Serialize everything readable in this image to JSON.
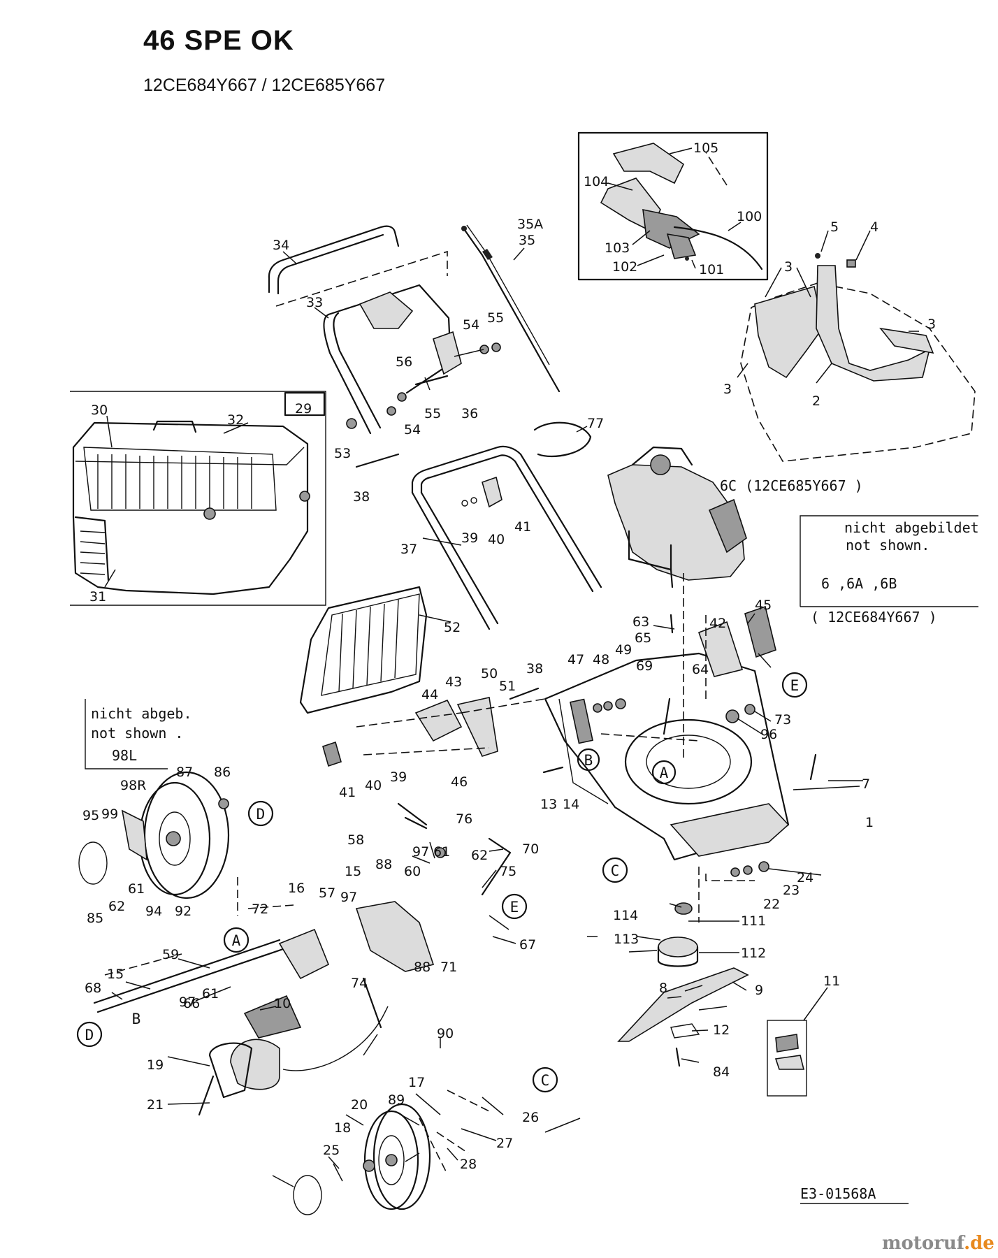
{
  "header": {
    "title": "46 SPE OK",
    "subtitle": "12CE684Y667   /   12CE685Y667"
  },
  "notes": {
    "engine_model_label": "6C  (12CE685Y667 )",
    "box_right_line1": "nicht abgebildet",
    "box_right_line2": "not shown.",
    "box_right_parts": "6 ,6A ,6B",
    "box_right_model": "( 12CE684Y667 )",
    "box_left_line1": "nicht abgeb.",
    "box_left_line2": "not shown .",
    "box_left_part": "98L",
    "drawing_number": "E3-01568A"
  },
  "reference_markers": [
    "A",
    "B",
    "C",
    "D",
    "E"
  ],
  "part_labels": [
    {
      "id": "p105",
      "text": "105"
    },
    {
      "id": "p104",
      "text": "104"
    },
    {
      "id": "p100",
      "text": "100"
    },
    {
      "id": "p103",
      "text": "103"
    },
    {
      "id": "p102",
      "text": "102"
    },
    {
      "id": "p101",
      "text": "101"
    },
    {
      "id": "p35a",
      "text": "35A"
    },
    {
      "id": "p35",
      "text": "35"
    },
    {
      "id": "p34",
      "text": "34"
    },
    {
      "id": "p33",
      "text": "33"
    },
    {
      "id": "p54a",
      "text": "54"
    },
    {
      "id": "p55a",
      "text": "55"
    },
    {
      "id": "p56",
      "text": "56"
    },
    {
      "id": "p55b",
      "text": "55"
    },
    {
      "id": "p36",
      "text": "36"
    },
    {
      "id": "p54b",
      "text": "54"
    },
    {
      "id": "p53",
      "text": "53"
    },
    {
      "id": "p38a",
      "text": "38"
    },
    {
      "id": "p29",
      "text": "29"
    },
    {
      "id": "p30",
      "text": "30"
    },
    {
      "id": "p32",
      "text": "32"
    },
    {
      "id": "p31",
      "text": "31"
    },
    {
      "id": "p5",
      "text": "5"
    },
    {
      "id": "p4",
      "text": "4"
    },
    {
      "id": "p3a",
      "text": "3"
    },
    {
      "id": "p3b",
      "text": "3"
    },
    {
      "id": "p3c",
      "text": "3"
    },
    {
      "id": "p2",
      "text": "2"
    },
    {
      "id": "p77",
      "text": "77"
    },
    {
      "id": "p39a",
      "text": "39"
    },
    {
      "id": "p40a",
      "text": "40"
    },
    {
      "id": "p41a",
      "text": "41"
    },
    {
      "id": "p37",
      "text": "37"
    },
    {
      "id": "p52",
      "text": "52"
    },
    {
      "id": "p63",
      "text": "63"
    },
    {
      "id": "p42",
      "text": "42"
    },
    {
      "id": "p45",
      "text": "45"
    },
    {
      "id": "p65",
      "text": "65"
    },
    {
      "id": "p64",
      "text": "64"
    },
    {
      "id": "p50",
      "text": "50"
    },
    {
      "id": "p38b",
      "text": "38"
    },
    {
      "id": "p47",
      "text": "47"
    },
    {
      "id": "p48",
      "text": "48"
    },
    {
      "id": "p49",
      "text": "49"
    },
    {
      "id": "p69",
      "text": "69"
    },
    {
      "id": "p73",
      "text": "73"
    },
    {
      "id": "p96",
      "text": "96"
    },
    {
      "id": "p44",
      "text": "44"
    },
    {
      "id": "p43",
      "text": "43"
    },
    {
      "id": "p51",
      "text": "51"
    },
    {
      "id": "p46",
      "text": "46"
    },
    {
      "id": "p41b",
      "text": "41"
    },
    {
      "id": "p40b",
      "text": "40"
    },
    {
      "id": "p39b",
      "text": "39"
    },
    {
      "id": "p7",
      "text": "7"
    },
    {
      "id": "p13",
      "text": "13"
    },
    {
      "id": "p14",
      "text": "14"
    },
    {
      "id": "p1",
      "text": "1"
    },
    {
      "id": "p87",
      "text": "87"
    },
    {
      "id": "p86",
      "text": "86"
    },
    {
      "id": "p98r",
      "text": "98R"
    },
    {
      "id": "p99",
      "text": "99"
    },
    {
      "id": "p95",
      "text": "95"
    },
    {
      "id": "p62a",
      "text": "62"
    },
    {
      "id": "p61a",
      "text": "61"
    },
    {
      "id": "p94",
      "text": "94"
    },
    {
      "id": "p92",
      "text": "92"
    },
    {
      "id": "p85",
      "text": "85"
    },
    {
      "id": "p76",
      "text": "76"
    },
    {
      "id": "p58",
      "text": "58"
    },
    {
      "id": "p97a",
      "text": "97"
    },
    {
      "id": "p61b",
      "text": "61"
    },
    {
      "id": "p62b",
      "text": "62"
    },
    {
      "id": "p70",
      "text": "70"
    },
    {
      "id": "p88a",
      "text": "88"
    },
    {
      "id": "p60",
      "text": "60"
    },
    {
      "id": "p15a",
      "text": "15"
    },
    {
      "id": "p75",
      "text": "75"
    },
    {
      "id": "p24",
      "text": "24"
    },
    {
      "id": "p23",
      "text": "23"
    },
    {
      "id": "p22",
      "text": "22"
    },
    {
      "id": "p16",
      "text": "16"
    },
    {
      "id": "p57",
      "text": "57"
    },
    {
      "id": "p97b",
      "text": "97"
    },
    {
      "id": "p72",
      "text": "72"
    },
    {
      "id": "p67",
      "text": "67"
    },
    {
      "id": "p114",
      "text": "114"
    },
    {
      "id": "p111",
      "text": "111"
    },
    {
      "id": "p113",
      "text": "113"
    },
    {
      "id": "p112",
      "text": "112"
    },
    {
      "id": "p88b",
      "text": "88"
    },
    {
      "id": "p71",
      "text": "71"
    },
    {
      "id": "p59",
      "text": "59"
    },
    {
      "id": "p15b",
      "text": "15"
    },
    {
      "id": "p74",
      "text": "74"
    },
    {
      "id": "p68",
      "text": "68"
    },
    {
      "id": "p61c",
      "text": "61"
    },
    {
      "id": "p97c",
      "text": "97"
    },
    {
      "id": "p66",
      "text": "66"
    },
    {
      "id": "p10",
      "text": "10"
    },
    {
      "id": "p8",
      "text": "8"
    },
    {
      "id": "p9",
      "text": "9"
    },
    {
      "id": "p11",
      "text": "11"
    },
    {
      "id": "p12",
      "text": "12"
    },
    {
      "id": "p84",
      "text": "84"
    },
    {
      "id": "p19",
      "text": "19"
    },
    {
      "id": "p90",
      "text": "90"
    },
    {
      "id": "p21",
      "text": "21"
    },
    {
      "id": "p17",
      "text": "17"
    },
    {
      "id": "p26",
      "text": "26"
    },
    {
      "id": "p20",
      "text": "20"
    },
    {
      "id": "p89",
      "text": "89"
    },
    {
      "id": "p18",
      "text": "18"
    },
    {
      "id": "p27",
      "text": "27"
    },
    {
      "id": "p25",
      "text": "25"
    },
    {
      "id": "p28",
      "text": "28"
    }
  ],
  "watermark": {
    "brand": "motoruf",
    "suffix": ".de",
    "accent_color": "#e8891e"
  }
}
